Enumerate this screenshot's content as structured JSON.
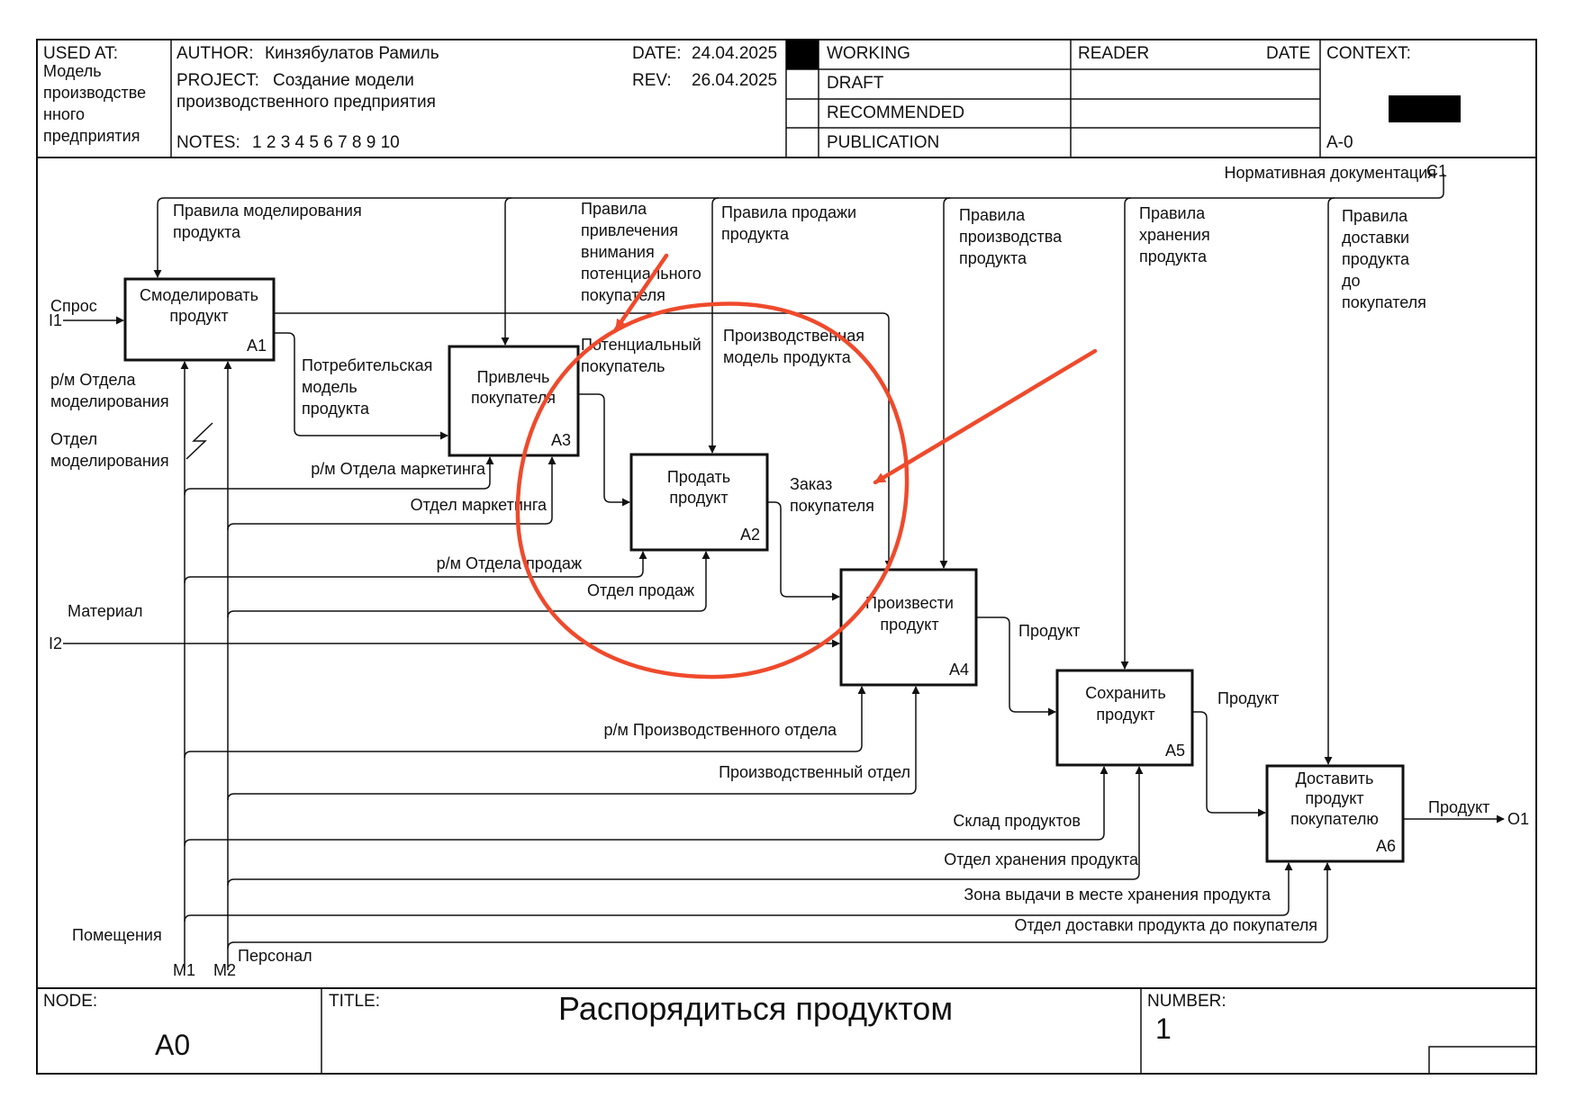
{
  "header": {
    "used_at_label": "USED AT:",
    "used_at_lines": [
      "Модель",
      "производстве",
      "нного",
      "предприятия"
    ],
    "author_label": "AUTHOR:",
    "author": "Кинзябулатов Рамиль",
    "project_label": "PROJECT:",
    "project_line1": "Создание модели",
    "project_line2": "производственного предприятия",
    "date_label": "DATE:",
    "date": "24.04.2025",
    "rev_label": "REV:",
    "rev": "26.04.2025",
    "notes_label": "NOTES:",
    "notes": "1 2 3 4 5 6 7 8 9 10",
    "status": [
      "WORKING",
      "DRAFT",
      "RECOMMENDED",
      "PUBLICATION"
    ],
    "reader_label": "READER",
    "reader_date_label": "DATE",
    "context_label": "CONTEXT:",
    "context_node": "A-0"
  },
  "boxes": [
    {
      "id": "A1",
      "title": [
        "Смоделировать",
        "продукт"
      ]
    },
    {
      "id": "A3",
      "title": [
        "Привлечь",
        "покупателя"
      ]
    },
    {
      "id": "A2",
      "title": [
        "Продать",
        "продукт"
      ]
    },
    {
      "id": "A4",
      "title": [
        "Произвести",
        "продукт"
      ]
    },
    {
      "id": "A5",
      "title": [
        "Сохранить",
        "продукт"
      ]
    },
    {
      "id": "A6",
      "title": [
        "Доставить",
        "продукт",
        "покупателю"
      ]
    }
  ],
  "arrows": {
    "c1_code": "C1",
    "c1": "Нормативная документация",
    "ctrl_a1": [
      "Правила моделирования",
      "продукта"
    ],
    "ctrl_a3": [
      "Правила",
      "привлечения",
      "внимания",
      "потенциального",
      "покупателя"
    ],
    "ctrl_a2": [
      "Правила продажи",
      "продукта"
    ],
    "ctrl_a4": [
      "Правила",
      "производства",
      "продукта"
    ],
    "ctrl_a5": [
      "Правила",
      "хранения",
      "продукта"
    ],
    "ctrl_a6": [
      "Правила",
      "доставки",
      "продукта",
      "до",
      "покупателя"
    ],
    "i1_code": "I1",
    "i1": "Спрос",
    "i2_code": "I2",
    "i2": "Материал",
    "o1_code": "O1",
    "o1": "Продукт",
    "m1_code": "M1",
    "m1": "Помещения",
    "m2_code": "M2",
    "m2": "Персонал",
    "consumer_model": [
      "Потребительская",
      "модель",
      "продукта"
    ],
    "potential_buyer": [
      "Потенциальный",
      "покупатель"
    ],
    "production_model": [
      "Производственная",
      "модель продукта"
    ],
    "order": [
      "Заказ",
      "покупателя"
    ],
    "product_a4": "Продукт",
    "product_a5": "Продукт",
    "mech_a1_ws": [
      "р/м Отдела",
      "моделирования"
    ],
    "mech_a1_dept": [
      "Отдел",
      "моделирования"
    ],
    "mech_a3_ws": "р/м Отдела маркетинга",
    "mech_a3_dept": "Отдел маркетинга",
    "mech_a2_ws": "р/м Отдела продаж",
    "mech_a2_dept": "Отдел продаж",
    "mech_a4_ws": "р/м Производственного отдела",
    "mech_a4_dept": "Производственный отдел",
    "mech_a5_ws": "Склад продуктов",
    "mech_a5_dept": "Отдел хранения продукта",
    "mech_a6_ws": "Зона выдачи в месте хранения продукта",
    "mech_a6_dept": "Отдел доставки продукта до покупателя"
  },
  "footer": {
    "node_label": "NODE:",
    "node": "A0",
    "title_label": "TITLE:",
    "title": "Распорядиться продуктом",
    "number_label": "NUMBER:",
    "number": "1"
  },
  "colors": {
    "annotation": "#ef4a2c",
    "line": "#111111"
  }
}
